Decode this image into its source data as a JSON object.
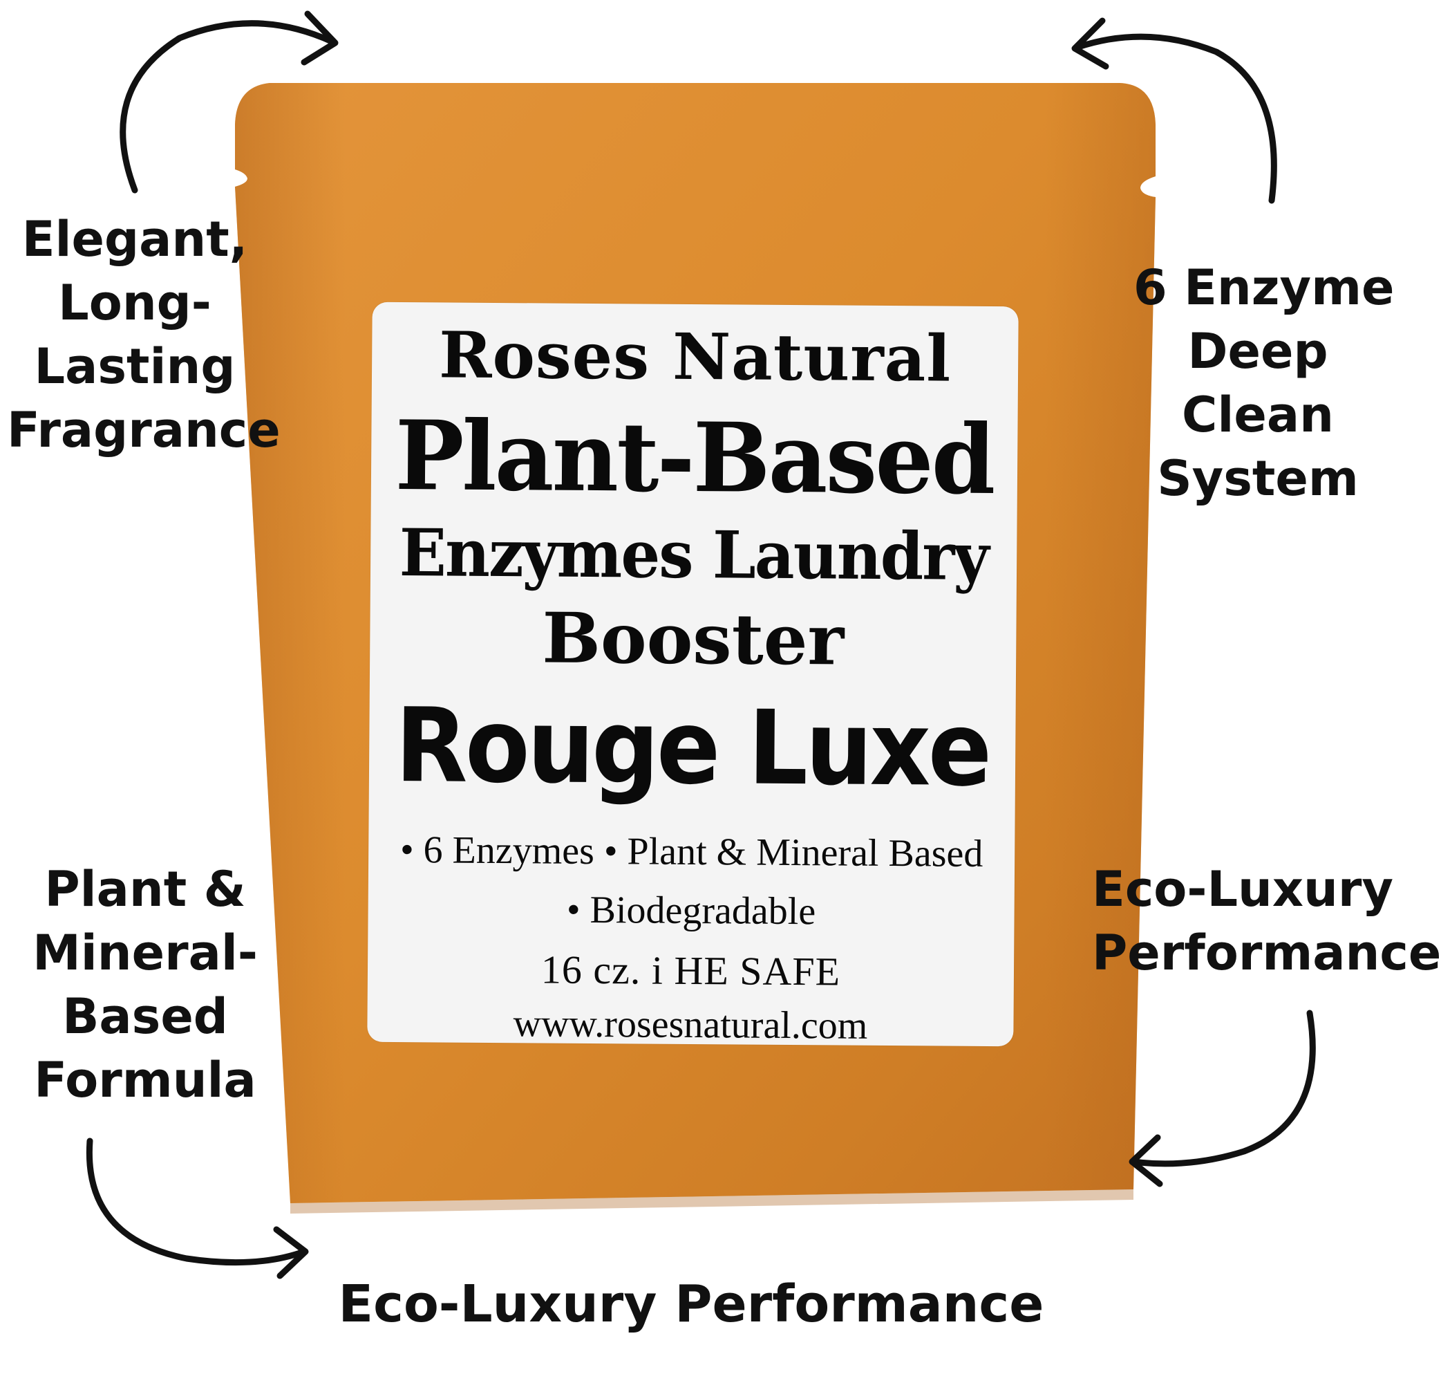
{
  "label": {
    "brand": "Roses Natural",
    "headline": "Plant-Based",
    "product_line1": "Enzymes Laundry",
    "product_line2": "Booster",
    "variant": "Rouge Luxe",
    "bullets_line1": "• 6 Enzymes • Plant & Mineral Based",
    "bullets_line2": "• Biodegradable",
    "size_line": "16 cz. i HE SAFE",
    "website": "www.rosesnatural.com"
  },
  "callouts": {
    "top_left": [
      "Elegant,",
      "Long-",
      "Lasting",
      "Fragrance"
    ],
    "top_right": [
      "6 Enzyme",
      "Deep",
      "Clean",
      "System"
    ],
    "bottom_left": [
      "Plant &",
      "Mineral-",
      "Based",
      "Formula"
    ],
    "bottom_right": [
      "Eco-Luxury",
      "Performance"
    ],
    "bottom": "Eco-Luxury Performance"
  },
  "colors": {
    "pouch": "#dc8c2e",
    "pouch_shadow": "#c06f1f",
    "label_bg": "#f4f4f4",
    "text": "#0a0a0a",
    "arrows": "#111111"
  },
  "icons": {
    "arrows": [
      "curved-arrow-top-left",
      "curved-arrow-top-right",
      "curved-arrow-bottom-left",
      "curved-arrow-bottom-right"
    ]
  }
}
